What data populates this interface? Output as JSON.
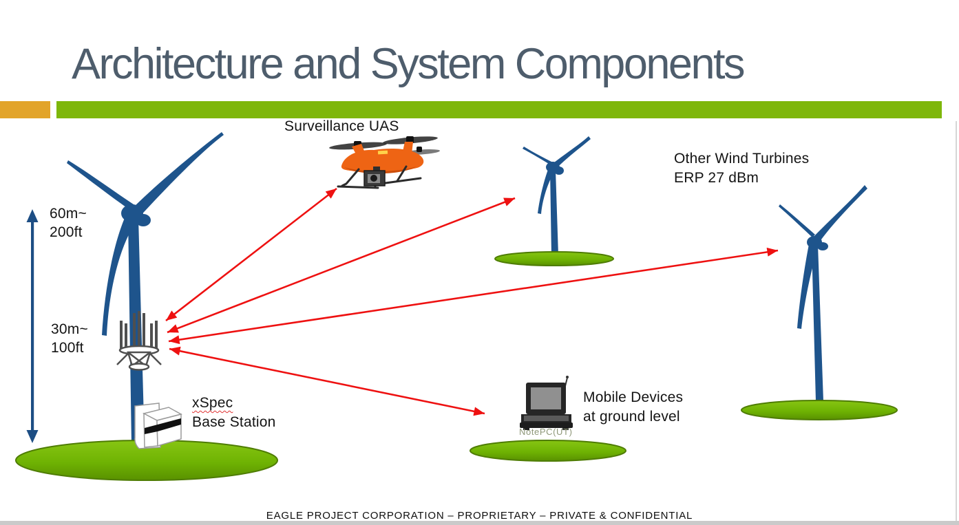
{
  "slide": {
    "title": "Architecture and System Components",
    "footer": "EAGLE PROJECT CORPORATION – PROPRIETARY – PRIVATE & CONFIDENTIAL"
  },
  "diagram": {
    "drone_label": "Surveillance UAS",
    "other_turbines": {
      "line1": "Other Wind Turbines",
      "line2": "ERP 27 dBm"
    },
    "height_upper": {
      "line1": "60m~",
      "line2": "200ft"
    },
    "height_lower": {
      "line1": "30m~",
      "line2": "100ft"
    },
    "base_station": {
      "line1": "xSpec",
      "line2": "Base Station"
    },
    "mobile_devices": {
      "line1": "Mobile Devices",
      "line2": "at ground level"
    },
    "notepc_caption": "NotePC(UT)"
  },
  "colors": {
    "title_text": "#4e5d6c",
    "accent_orange": "#e2a42a",
    "accent_green": "#7eb70a",
    "turbine_blue": "#1e548c",
    "measure_arrow_blue": "#1d4e84",
    "link_arrow_red": "#ee1111",
    "hill_green": "#6fb303",
    "hill_edge_green": "#4e7c02",
    "drone_orange": "#ee6414"
  }
}
